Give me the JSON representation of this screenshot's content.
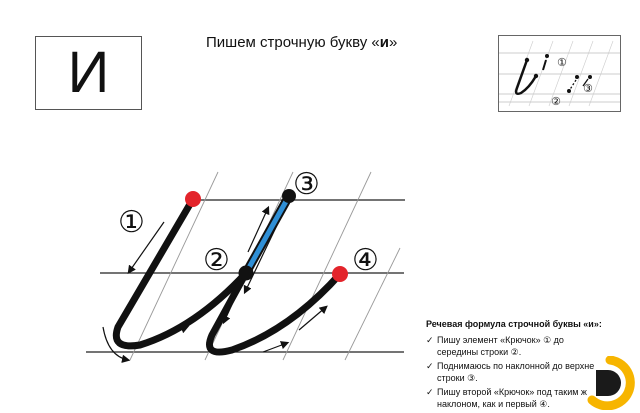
{
  "big_letter": "И",
  "title": {
    "prefix": "Пишем строчную букву «",
    "letter": "и",
    "suffix": "»"
  },
  "labels": {
    "one": "①",
    "two": "②",
    "three": "③",
    "four": "④"
  },
  "formula": {
    "title": "Речевая формула строчной буквы «и»:",
    "items": [
      {
        "lines": [
          "Пишу элемент «Крючок» ① до",
          "середины строки ②."
        ]
      },
      {
        "lines": [
          "Поднимаюсь по наклонной до верхне",
          "строки ③."
        ]
      },
      {
        "lines": [
          "Пишу второй «Крючок» под таким ж",
          "наклоном, как и первый ④."
        ]
      }
    ]
  },
  "colors": {
    "stroke": "#111111",
    "point_red": "#e3242b",
    "connector_blue": "#2f8fd6",
    "guide_line": "#222222",
    "slant_line": "#9a9a9a",
    "logo_yellow": "#f7b500",
    "logo_black": "#1a1a1a"
  },
  "icons": {
    "check": "check-icon",
    "logo": "logo-icon"
  }
}
